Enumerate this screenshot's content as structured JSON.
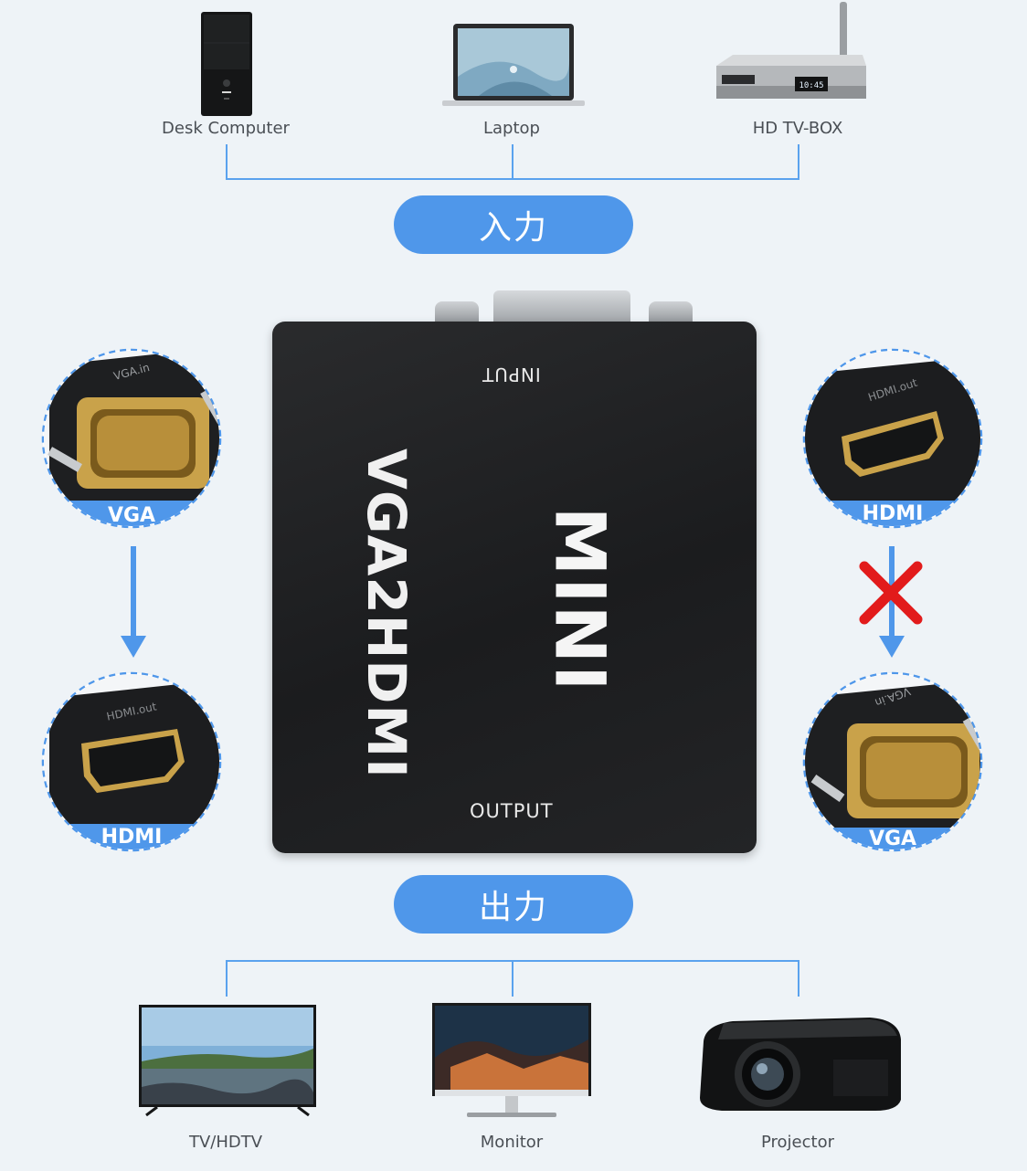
{
  "input": {
    "devices": [
      {
        "label": "Desk Computer",
        "icon": "desktop-tower-icon"
      },
      {
        "label": "Laptop",
        "icon": "laptop-icon"
      },
      {
        "label": "HD TV-BOX",
        "icon": "tv-box-icon"
      }
    ],
    "pill_label": "入力",
    "tvbox_display": "10:45"
  },
  "adapter": {
    "input_label": "INPUT",
    "output_label": "OUTPUT",
    "model_label": "VGA2HDMI",
    "mini_label": "MINI"
  },
  "left_flow": {
    "top": {
      "badge": "VGA",
      "port_text": "VGA.in"
    },
    "bottom": {
      "badge": "HDMI",
      "port_text": "HDMI.out"
    }
  },
  "right_flow": {
    "top": {
      "badge": "HDMI",
      "port_text": "HDMI.out"
    },
    "bottom": {
      "badge": "VGA",
      "port_text": "VGA.in"
    },
    "blocked_icon": "red-x-icon"
  },
  "output": {
    "pill_label": "出力",
    "devices": [
      {
        "label": "TV/HDTV",
        "icon": "tv-icon"
      },
      {
        "label": "Monitor",
        "icon": "monitor-icon"
      },
      {
        "label": "Projector",
        "icon": "projector-icon"
      }
    ]
  },
  "colors": {
    "accent": "#4f97ea",
    "background": "#eef3f7",
    "adapter_body": "#1f2022",
    "cross": "#e21b1b"
  }
}
